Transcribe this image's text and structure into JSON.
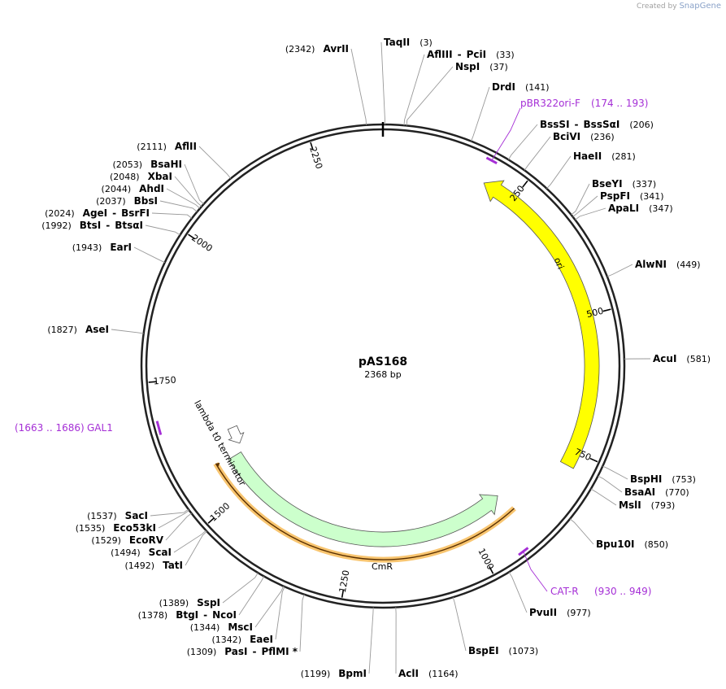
{
  "credit": {
    "prefix": "Created by",
    "brand": "SnapGene"
  },
  "plasmid": {
    "name": "pAS168",
    "size_label": "2368 bp",
    "length": 2368
  },
  "colors": {
    "backbone": "#222222",
    "primer": "#a52fd6",
    "ori": "#ffff00",
    "cmr": "#ccffcc",
    "primer_band": "#f5a623"
  },
  "tick_marks": [
    250,
    500,
    750,
    1000,
    1250,
    1500,
    1750,
    2000,
    2250
  ],
  "sites": [
    {
      "name": "TaqII",
      "pos": "(3)"
    },
    {
      "name": "AflIII",
      "name2": "PciI",
      "pos": "(33)"
    },
    {
      "name": "NspI",
      "pos": "(37)"
    },
    {
      "name": "DrdI",
      "pos": "(141)"
    },
    {
      "name": "BssSI",
      "name2": "BssSαI",
      "pos": "(206)"
    },
    {
      "name": "BciVI",
      "pos": "(236)"
    },
    {
      "name": "HaeII",
      "pos": "(281)"
    },
    {
      "name": "BseYI",
      "pos": "(337)"
    },
    {
      "name": "PspFI",
      "pos": "(341)"
    },
    {
      "name": "ApaLI",
      "pos": "(347)"
    },
    {
      "name": "AlwNI",
      "pos": "(449)"
    },
    {
      "name": "AcuI",
      "pos": "(581)"
    },
    {
      "name": "BspHI",
      "pos": "(753)"
    },
    {
      "name": "BsaAI",
      "pos": "(770)"
    },
    {
      "name": "MslI",
      "pos": "(793)"
    },
    {
      "name": "Bpu10I",
      "pos": "(850)"
    },
    {
      "name": "PvuII",
      "pos": "(977)"
    },
    {
      "name": "BspEI",
      "pos": "(1073)"
    },
    {
      "name": "AclI",
      "pos": "(1164)"
    },
    {
      "name": "BpmI",
      "pos": "(1199)"
    },
    {
      "name": "PasI",
      "name2": "PflMI *",
      "pos": "(1309)"
    },
    {
      "name": "EaeI",
      "pos": "(1342)"
    },
    {
      "name": "MscI",
      "pos": "(1344)"
    },
    {
      "name": "BtgI",
      "name2": "NcoI",
      "pos": "(1378)"
    },
    {
      "name": "SspI",
      "pos": "(1389)"
    },
    {
      "name": "TatI",
      "pos": "(1492)"
    },
    {
      "name": "ScaI",
      "pos": "(1494)"
    },
    {
      "name": "EcoRV",
      "pos": "(1529)"
    },
    {
      "name": "Eco53kI",
      "pos": "(1535)"
    },
    {
      "name": "SacI",
      "pos": "(1537)"
    },
    {
      "name": "AseI",
      "pos": "(1827)"
    },
    {
      "name": "EarI",
      "pos": "(1943)"
    },
    {
      "name": "BtsI",
      "name2": "BtsαI",
      "pos": "(1992)"
    },
    {
      "name": "AgeI",
      "name2": "BsrFI",
      "pos": "(2024)"
    },
    {
      "name": "BbsI",
      "pos": "(2037)"
    },
    {
      "name": "AhdI",
      "pos": "(2044)"
    },
    {
      "name": "XbaI",
      "pos": "(2048)"
    },
    {
      "name": "BsaHI",
      "pos": "(2053)"
    },
    {
      "name": "AflII",
      "pos": "(2111)"
    },
    {
      "name": "AvrII",
      "pos": "(2342)"
    }
  ],
  "primers": [
    {
      "name": "pBR322ori-F",
      "range": "(174 .. 193)"
    },
    {
      "name": "CAT-R",
      "range": "(930 .. 949)"
    },
    {
      "name": "GAL1",
      "range": "(1663 .. 1686)"
    }
  ],
  "features": [
    {
      "name": "ori",
      "start": 190,
      "end": 778,
      "direction": "ccw"
    },
    {
      "name": "CmR",
      "start": 911,
      "end": 1571,
      "direction": "ccw"
    },
    {
      "name": "lambda t0 terminator",
      "start": 1590,
      "end": 1630,
      "direction": "ccw"
    }
  ]
}
